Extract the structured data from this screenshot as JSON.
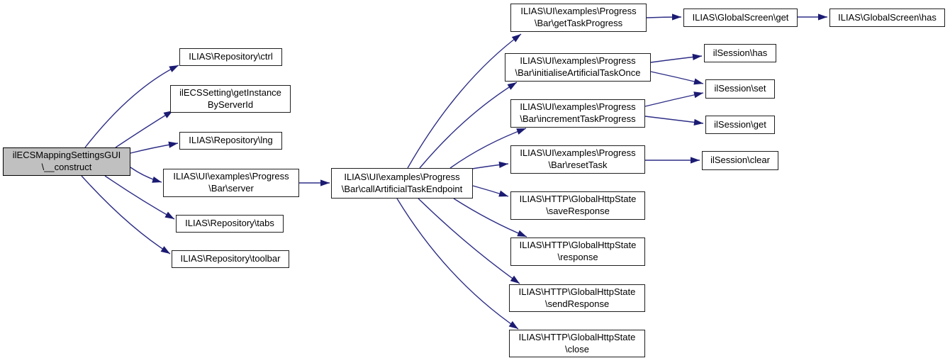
{
  "diagram": {
    "type": "call-graph",
    "nodes": [
      {
        "id": "construct",
        "lines": [
          "ilECSMappingSettingsGUI",
          "\\__construct"
        ],
        "highlighted": true
      },
      {
        "id": "ctrl",
        "lines": [
          "ILIAS\\Repository\\ctrl"
        ],
        "highlighted": false
      },
      {
        "id": "getInst",
        "lines": [
          "ilECSSetting\\getInstance",
          "ByServerId"
        ],
        "highlighted": false
      },
      {
        "id": "lng",
        "lines": [
          "ILIAS\\Repository\\lng"
        ],
        "highlighted": false
      },
      {
        "id": "server",
        "lines": [
          "ILIAS\\UI\\examples\\Progress",
          "\\Bar\\server"
        ],
        "highlighted": false
      },
      {
        "id": "tabs",
        "lines": [
          "ILIAS\\Repository\\tabs"
        ],
        "highlighted": false
      },
      {
        "id": "toolbar",
        "lines": [
          "ILIAS\\Repository\\toolbar"
        ],
        "highlighted": false
      },
      {
        "id": "callEndpoint",
        "lines": [
          "ILIAS\\UI\\examples\\Progress",
          "\\Bar\\callArtificialTaskEndpoint"
        ],
        "highlighted": false
      },
      {
        "id": "getTask",
        "lines": [
          "ILIAS\\UI\\examples\\Progress",
          "\\Bar\\getTaskProgress"
        ],
        "highlighted": false
      },
      {
        "id": "initOnce",
        "lines": [
          "ILIAS\\UI\\examples\\Progress",
          "\\Bar\\initialiseArtificialTaskOnce"
        ],
        "highlighted": false
      },
      {
        "id": "increment",
        "lines": [
          "ILIAS\\UI\\examples\\Progress",
          "\\Bar\\incrementTaskProgress"
        ],
        "highlighted": false
      },
      {
        "id": "resetTask",
        "lines": [
          "ILIAS\\UI\\examples\\Progress",
          "\\Bar\\resetTask"
        ],
        "highlighted": false
      },
      {
        "id": "saveResp",
        "lines": [
          "ILIAS\\HTTP\\GlobalHttpState",
          "\\saveResponse"
        ],
        "highlighted": false
      },
      {
        "id": "response",
        "lines": [
          "ILIAS\\HTTP\\GlobalHttpState",
          "\\response"
        ],
        "highlighted": false
      },
      {
        "id": "sendResp",
        "lines": [
          "ILIAS\\HTTP\\GlobalHttpState",
          "\\sendResponse"
        ],
        "highlighted": false
      },
      {
        "id": "close",
        "lines": [
          "ILIAS\\HTTP\\GlobalHttpState",
          "\\close"
        ],
        "highlighted": false
      },
      {
        "id": "gsGet",
        "lines": [
          "ILIAS\\GlobalScreen\\get"
        ],
        "highlighted": false
      },
      {
        "id": "gsHas",
        "lines": [
          "ILIAS\\GlobalScreen\\has"
        ],
        "highlighted": false
      },
      {
        "id": "sessHas",
        "lines": [
          "ilSession\\has"
        ],
        "highlighted": false
      },
      {
        "id": "sessSet",
        "lines": [
          "ilSession\\set"
        ],
        "highlighted": false
      },
      {
        "id": "sessGet",
        "lines": [
          "ilSession\\get"
        ],
        "highlighted": false
      },
      {
        "id": "sessClear",
        "lines": [
          "ilSession\\clear"
        ],
        "highlighted": false
      }
    ],
    "edges": [
      {
        "from": "construct",
        "to": "ctrl"
      },
      {
        "from": "construct",
        "to": "getInst"
      },
      {
        "from": "construct",
        "to": "lng"
      },
      {
        "from": "construct",
        "to": "server"
      },
      {
        "from": "construct",
        "to": "tabs"
      },
      {
        "from": "construct",
        "to": "toolbar"
      },
      {
        "from": "server",
        "to": "callEndpoint"
      },
      {
        "from": "callEndpoint",
        "to": "getTask"
      },
      {
        "from": "callEndpoint",
        "to": "initOnce"
      },
      {
        "from": "callEndpoint",
        "to": "increment"
      },
      {
        "from": "callEndpoint",
        "to": "resetTask"
      },
      {
        "from": "callEndpoint",
        "to": "saveResp"
      },
      {
        "from": "callEndpoint",
        "to": "response"
      },
      {
        "from": "callEndpoint",
        "to": "sendResp"
      },
      {
        "from": "callEndpoint",
        "to": "close"
      },
      {
        "from": "getTask",
        "to": "gsGet"
      },
      {
        "from": "gsGet",
        "to": "gsHas"
      },
      {
        "from": "initOnce",
        "to": "sessHas"
      },
      {
        "from": "initOnce",
        "to": "sessSet"
      },
      {
        "from": "increment",
        "to": "sessSet"
      },
      {
        "from": "increment",
        "to": "sessGet"
      },
      {
        "from": "resetTask",
        "to": "sessClear"
      }
    ]
  },
  "colors": {
    "edge": "#2e2e87",
    "arrow": "#1b1b73",
    "node_fill": "#ffffff",
    "node_border": "#1f1f1f",
    "highlight_fill": "#c0c0c0",
    "highlight_border": "#000000",
    "background": "#ffffff"
  }
}
